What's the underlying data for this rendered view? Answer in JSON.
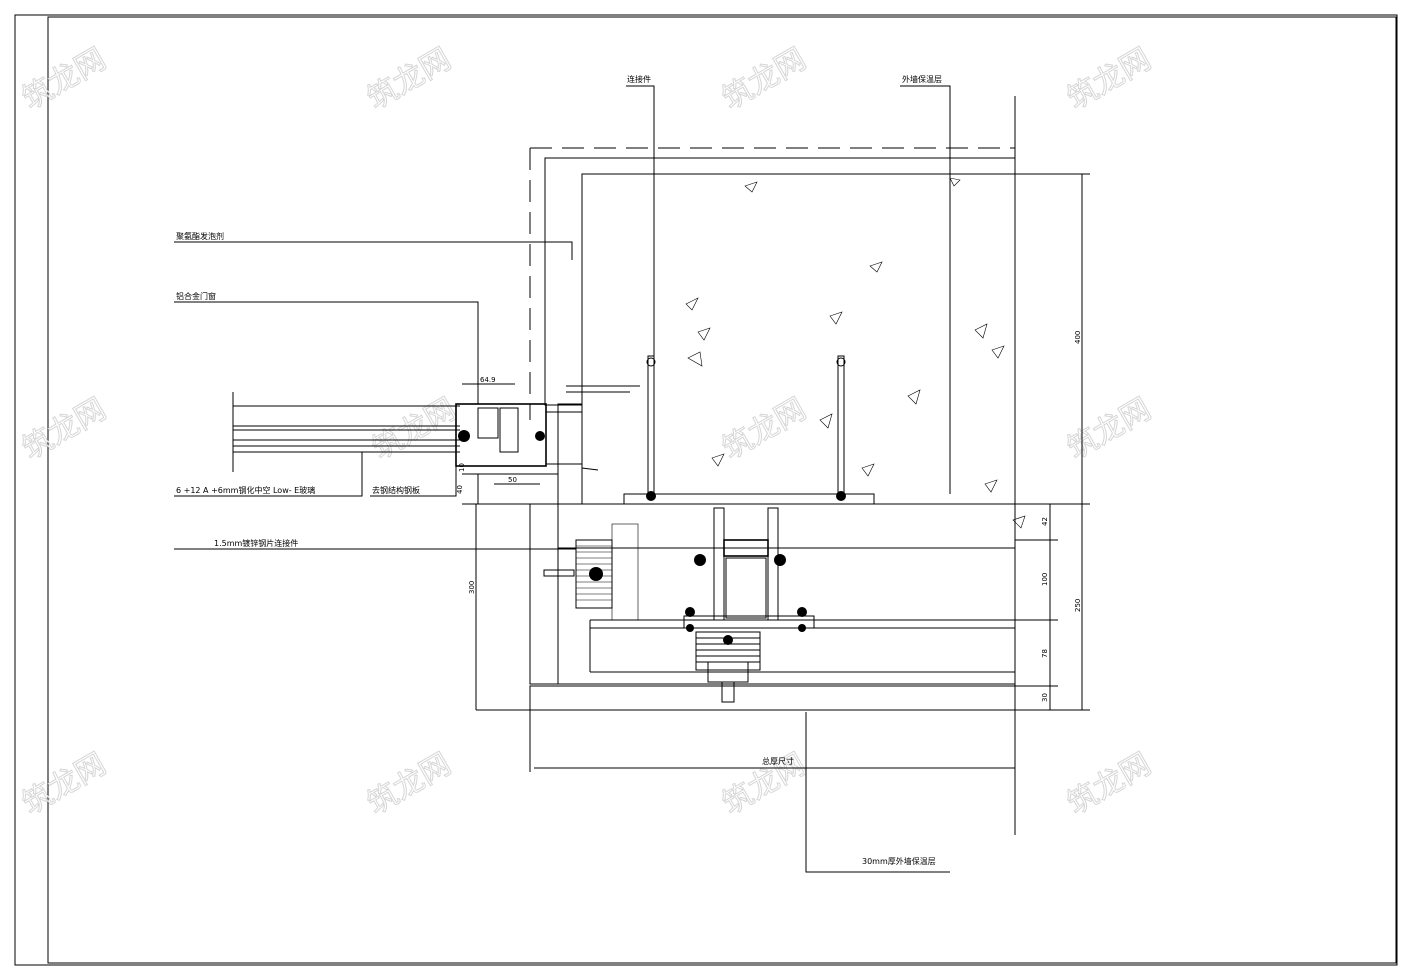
{
  "labels": {
    "connector": "连接件",
    "insulation_top": "外墙保温层",
    "fire_seal": "聚氨酯发泡剂",
    "door_frame": "铝合金门窗",
    "glazing": "6 +12 A +6mm钢化中空 Low- E玻璃",
    "sealant": "去钢结构钢板",
    "steel_bracket": "1.5mm镀锌钢片连接件",
    "overall": "总厚尺寸",
    "panel": "30mm厚外墙保温层"
  },
  "dimensions": {
    "d_64_9": "64.9",
    "d_50": "50",
    "d_10": "10",
    "d_40": "40",
    "d_300": "300",
    "d_400": "400",
    "d_42": "42",
    "d_100": "100",
    "d_250": "250",
    "d_78": "78",
    "d_30": "30"
  },
  "watermark": "筑龙网"
}
